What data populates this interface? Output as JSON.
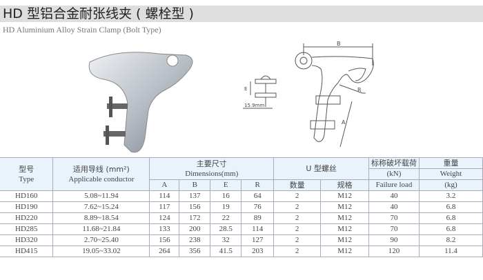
{
  "title": "HD 型铝合金耐张线夹 ( 螺栓型 )",
  "subtitle": "HD Aluminium Alloy Strain Clamp (Bolt Type)",
  "diagram": {
    "b": "B",
    "r": "R",
    "a": "A",
    "e": "E",
    "dim": "15.9mm"
  },
  "table": {
    "type_zh": "型号",
    "type_en": "Type",
    "cond_zh": "适用导线 (mm²)",
    "cond_en": "Applicable conductor",
    "dim_zh": "主要尺寸",
    "dim_en": "Dimensions(mm)",
    "a": "A",
    "b": "B",
    "e": "E",
    "r": "R",
    "ubolt_zh": "U 型螺丝",
    "qty": "数量",
    "spec": "规格",
    "load_zh": "标称破坏载荷",
    "load_unit": "(kN)",
    "load_en": "Failure load",
    "weight_zh": "重量",
    "weight_en": "Weight",
    "weight_unit": "(kg)",
    "rows": [
      [
        "HD160",
        "5.08~11.94",
        "114",
        "137",
        "16",
        "64",
        "2",
        "M12",
        "40",
        "3.2"
      ],
      [
        "HD190",
        "7.62~15.24",
        "117",
        "156",
        "19",
        "76",
        "2",
        "M12",
        "40",
        "6.8"
      ],
      [
        "HD220",
        "8.89~18.54",
        "124",
        "172",
        "22",
        "89",
        "2",
        "M12",
        "70",
        "6.8"
      ],
      [
        "HD285",
        "11.68~21.84",
        "133",
        "200",
        "28.5",
        "114",
        "2",
        "M12",
        "70",
        "6.8"
      ],
      [
        "HD320",
        "2.70~25.40",
        "156",
        "238",
        "32",
        "127",
        "2",
        "M12",
        "90",
        "8.2"
      ],
      [
        "HD415",
        "19.05~33.02",
        "264",
        "356",
        "41.5",
        "203",
        "2",
        "M12",
        "120",
        "11.4"
      ]
    ]
  }
}
